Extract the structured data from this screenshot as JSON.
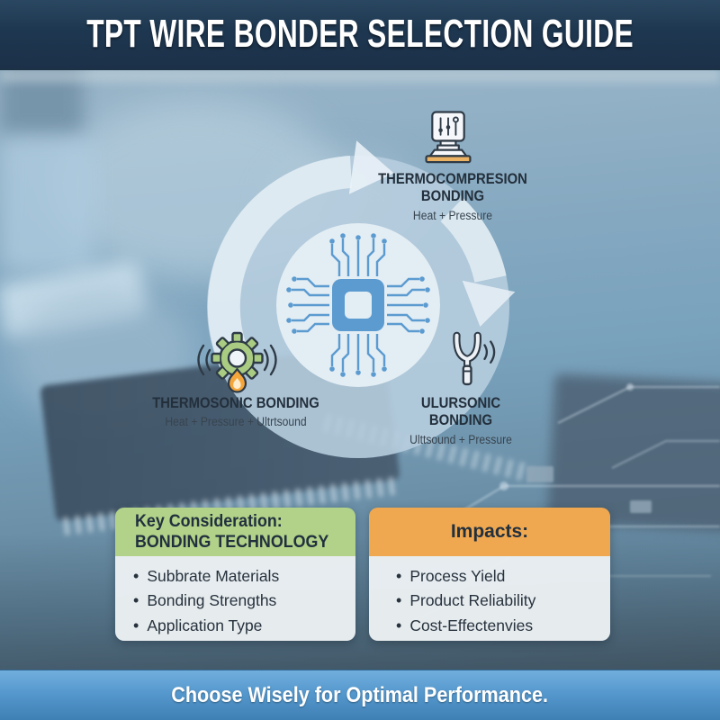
{
  "header": {
    "title": "TPT WIRE BONDER SELECTION GUIDE"
  },
  "diagram": {
    "center_icon": "microchip",
    "nodes": [
      {
        "title": "THERMOCOMPRESION BONDING",
        "subtitle": "Heat + Pressure",
        "icon": "bonder-press"
      },
      {
        "title": "THERMOSONIC BONDING",
        "subtitle": "Heat + Pressure + Ultrtsound",
        "icon": "gear-flame"
      },
      {
        "title": "ULURSONIC BONDING",
        "subtitle": "Ulttsound + Pressure",
        "icon": "tuning-fork"
      }
    ]
  },
  "cards": {
    "considerations": {
      "header_line1": "Key Consideration:",
      "header_line2": "BONDING TECHNOLOGY",
      "header_color": "#b1d288",
      "items": [
        "Subbrate Materials",
        "Bonding Strengths",
        "Application Type"
      ]
    },
    "impacts": {
      "header": "Impacts:",
      "header_color": "#f0a850",
      "items": [
        "Process Yield",
        "Product Reliability",
        "Cost-Effectenvies"
      ]
    }
  },
  "footer": {
    "tagline": "Choose Wisely for Optimal Performance."
  },
  "colors": {
    "header_bg": "#1e3750",
    "footer_top": "#6fabdc",
    "footer_bottom": "#3e7fb3",
    "ring": "#b6cdde",
    "inner_circle": "#e3edf4",
    "chip_blue": "#5b9bd0",
    "green_header": "#b1d288",
    "orange_header": "#f0a850",
    "label_text": "#232f3b"
  }
}
